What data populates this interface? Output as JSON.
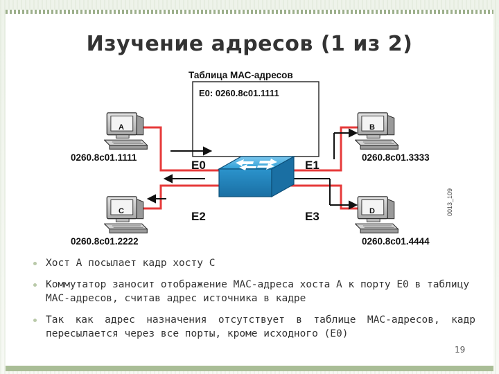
{
  "slide": {
    "title": "Изучение адресов (1 из 2)",
    "number": "19",
    "figure_code": "0013_109"
  },
  "diagram": {
    "table_title": "Таблица МАС-адресов",
    "table_entry": "E0:  0260.8c01.1111",
    "hosts": [
      {
        "letter": "A",
        "mac": "0260.8c01.1111"
      },
      {
        "letter": "B",
        "mac": "0260.8c01.3333"
      },
      {
        "letter": "C",
        "mac": "0260.8c01.2222"
      },
      {
        "letter": "D",
        "mac": "0260.8c01.4444"
      }
    ],
    "ports": {
      "e0": "E0",
      "e1": "E1",
      "e2": "E2",
      "e3": "E3"
    },
    "colors": {
      "link": "#e63a3a",
      "switch": "#2f9fd6",
      "monitor": "#c8c8c8"
    }
  },
  "bullets": [
    "Хост А посылает кадр хосту С",
    "Коммутатор заносит отображение МАС-адреса хоста А к порту Е0 в таблицу МАС-адресов, считав адрес источника в кадре",
    "Так как адрес назначения отсутствует в таблице МАС-адресов, кадр пересылается через все порты, кроме исходного (Е0)"
  ]
}
